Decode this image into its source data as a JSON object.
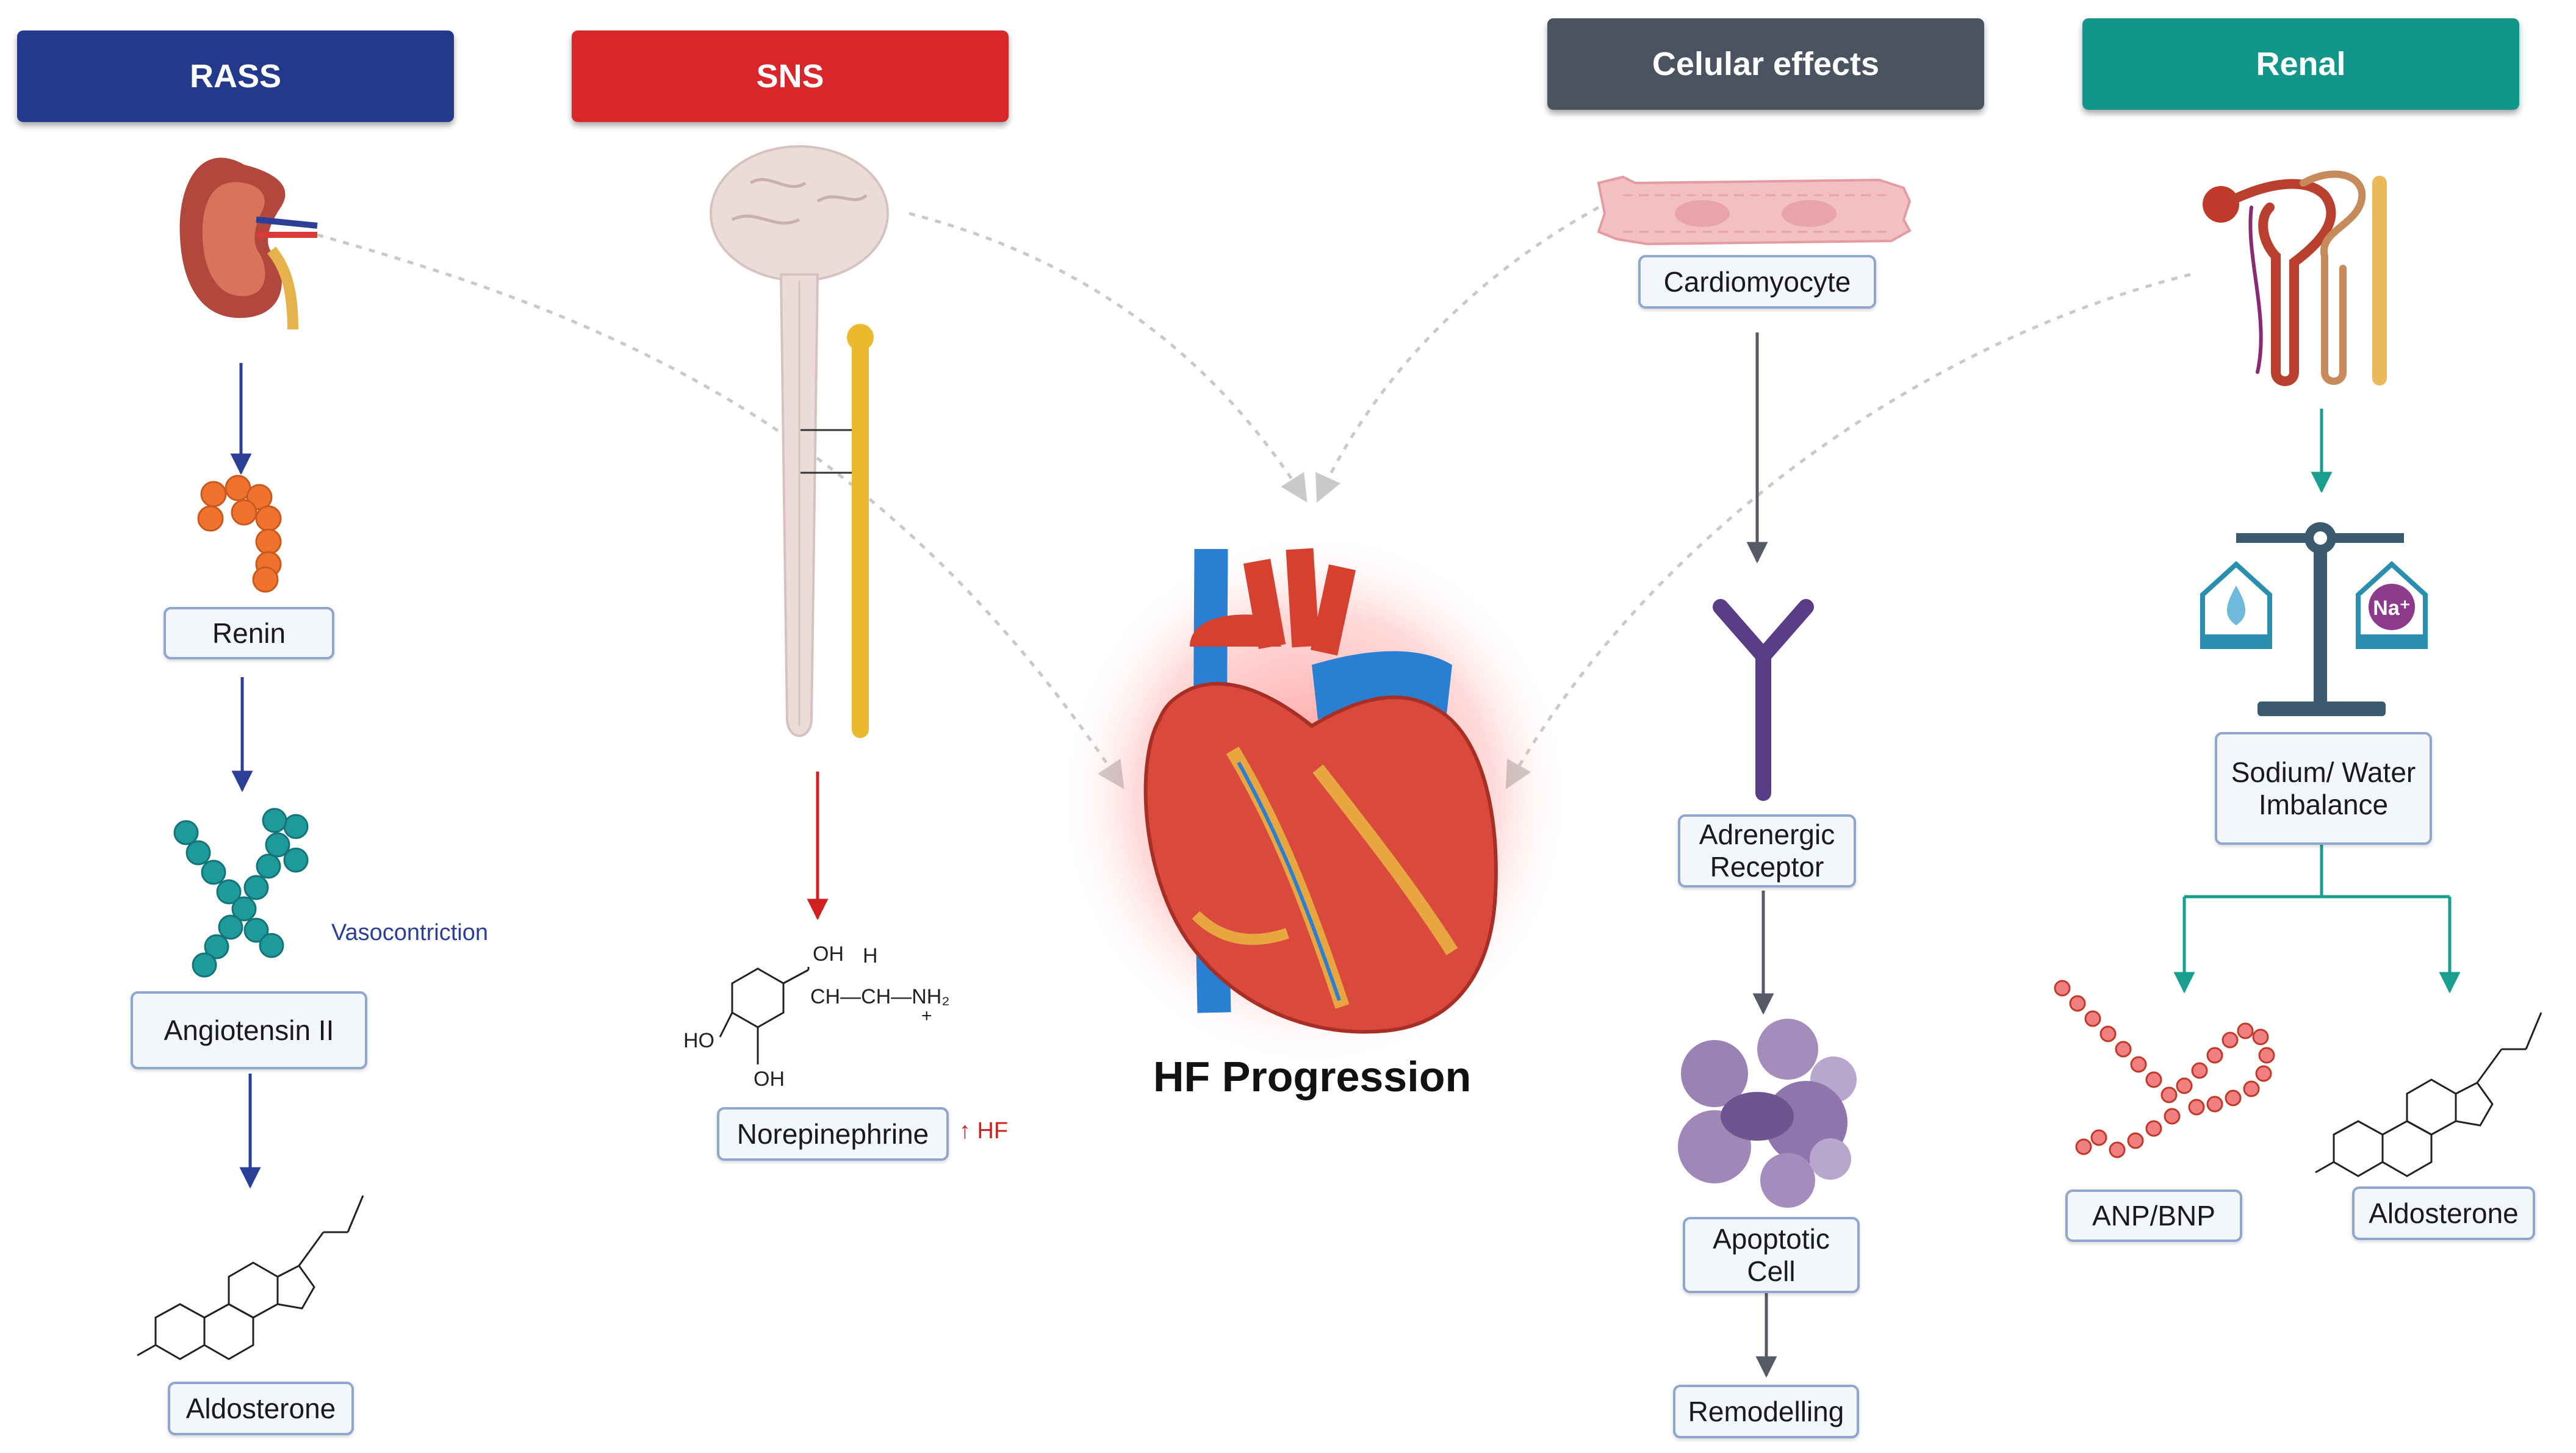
{
  "headers": {
    "rass": "RASS",
    "sns": "SNS",
    "cellular": "Celular effects",
    "renal": "Renal"
  },
  "colors": {
    "rass": "#233a8b",
    "sns": "#d9262a",
    "cellular": "#4b5260",
    "renal": "#12968a",
    "arrow_rass": "#2b3f96",
    "arrow_sns": "#d02020",
    "arrow_cell": "#555a66",
    "arrow_renal": "#1a9e90"
  },
  "center": {
    "title": "HF Progression"
  },
  "rass": {
    "renin": "Renin",
    "angiotensin": "Angiotensin II",
    "vasoconstriction": "Vasocontriction",
    "aldosterone": "Aldosterone"
  },
  "sns": {
    "norepinephrine": "Norepinephrine",
    "hf_note": "↑ HF",
    "chem": {
      "oh": "OH",
      "h": "H",
      "chain": "CH—CH—NH₂",
      "plus": "+",
      "ho": "HO",
      "oh2": "OH"
    }
  },
  "cellular": {
    "cardiomyocyte": "Cardiomyocyte",
    "adrenergic": "Adrenergic Receptor",
    "apoptotic": "Apoptotic Cell",
    "remodelling": "Remodelling"
  },
  "renal": {
    "imbalance": "Sodium/ Water Imbalance",
    "na_symbol": "Na⁺",
    "anp": "ANP/BNP",
    "aldosterone": "Aldosterone"
  },
  "icons": [
    "kidney-icon",
    "brain-spinal-icon",
    "cardiomyocyte-icon",
    "nephron-icon",
    "heart-icon",
    "renin-molecule-icon",
    "angiotensin-molecule-icon",
    "receptor-icon",
    "apoptotic-cell-icon",
    "balance-scale-icon",
    "peptide-chain-icon",
    "steroid-structure-icon"
  ]
}
